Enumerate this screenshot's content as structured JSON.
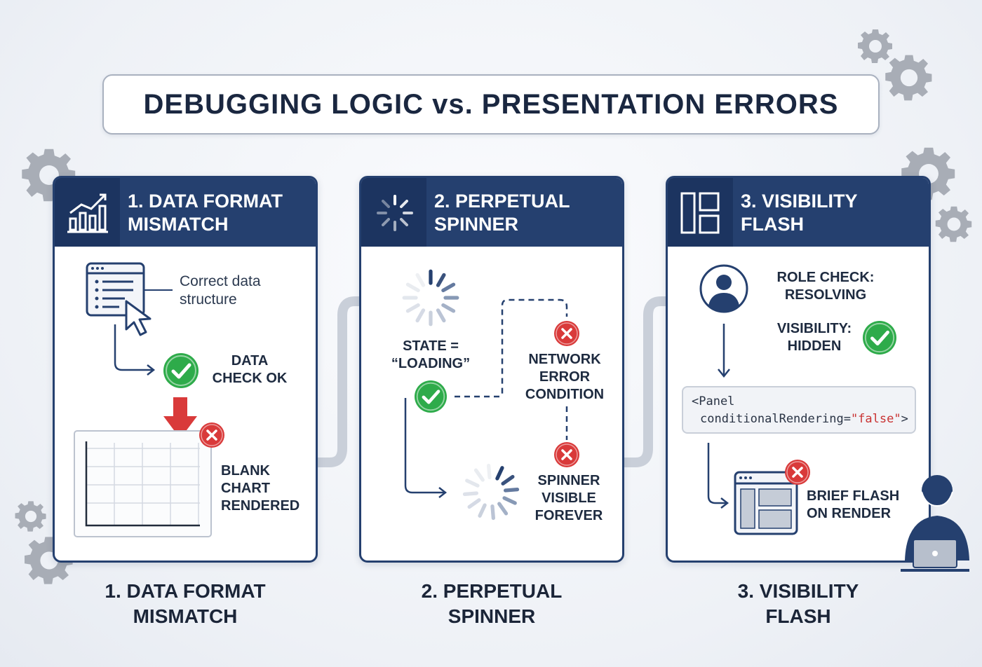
{
  "title": "DEBUGGING LOGIC vs. PRESENTATION ERRORS",
  "colors": {
    "navy": "#25406f",
    "green": "#2eab4a",
    "red": "#d93a3a",
    "gear": "#a8adb6"
  },
  "panels": [
    {
      "title_line1": "1. DATA FORMAT",
      "title_line2": "MISMATCH",
      "icon": "bar-chart-icon",
      "note_line1": "Correct data",
      "note_line2": "structure",
      "check_line1": "DATA",
      "check_line2": "CHECK OK",
      "result_line1": "BLANK",
      "result_line2": "CHART",
      "result_line3": "RENDERED"
    },
    {
      "title_line1": "2. PERPETUAL",
      "title_line2": "SPINNER",
      "icon": "spinner-icon",
      "state_line1": "STATE =",
      "state_line2": "“LOADING”",
      "error_line1": "NETWORK",
      "error_line2": "ERROR",
      "error_line3": "CONDITION",
      "result_line1": "SPINNER",
      "result_line2": "VISIBLE",
      "result_line3": "FOREVER"
    },
    {
      "title_line1": "3. VISIBILITY",
      "title_line2": "FLASH",
      "icon": "layout-icon",
      "role_line1": "ROLE CHECK:",
      "role_line2": "RESOLVING",
      "vis_line1": "VISIBILITY:",
      "vis_line2": "HIDDEN",
      "code_line1": "<Panel",
      "code_attr": "conditionalRendering=",
      "code_value": "\"false\"",
      "code_close": ">",
      "result_line1": "BRIEF FLASH",
      "result_line2": "ON RENDER"
    }
  ],
  "bottom_labels": [
    {
      "line1": "1. DATA FORMAT",
      "line2": "MISMATCH"
    },
    {
      "line1": "2. PERPETUAL",
      "line2": "SPINNER"
    },
    {
      "line1": "3. VISIBILITY",
      "line2": "FLASH"
    }
  ]
}
